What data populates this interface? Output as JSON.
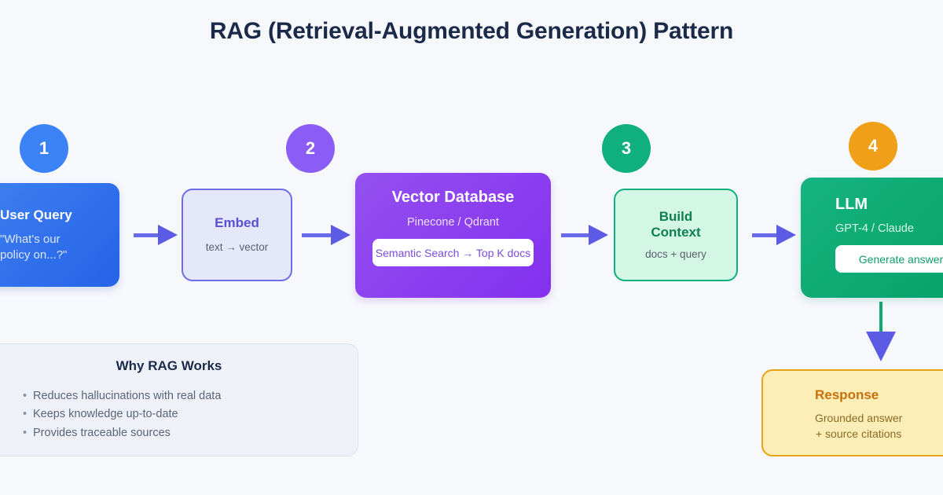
{
  "page": {
    "title": "RAG (Retrieval-Augmented Generation) Pattern",
    "background_color": "#f7f8fc"
  },
  "steps": [
    {
      "number": "1",
      "color": "#3b82f6"
    },
    {
      "number": "2",
      "color": "#8b5cf6"
    },
    {
      "number": "3",
      "color": "#10b07c"
    },
    {
      "number": "4",
      "color": "#f0a018"
    }
  ],
  "nodes": [
    {
      "id": "user-query",
      "title": "User Query",
      "subtitle": "\"What's our\npolicy on...?\"",
      "subtitle_line1": "\"What's our",
      "subtitle_line2": "policy on...?\"",
      "color": "#2563e8"
    },
    {
      "id": "embed",
      "title": "Embed",
      "subtitle": "text → vector",
      "color": "#6f6ce8"
    },
    {
      "id": "vector-database",
      "title": "Vector Database",
      "subtitle": "Pinecone / Qdrant",
      "pill": "Semantic Search → Top K docs",
      "color": "#8430ef"
    },
    {
      "id": "build-context",
      "title_line1": "Build",
      "title_line2": "Context",
      "subtitle": "docs + query",
      "color": "#10b07c"
    },
    {
      "id": "llm",
      "title": "LLM",
      "subtitle": "GPT-4 / Claude",
      "pill": "Generate answer",
      "color": "#05a169"
    },
    {
      "id": "response",
      "title": "Response",
      "subtitle_line1": "Grounded answer",
      "subtitle_line2": "+ source citations",
      "color": "#e8a317"
    }
  ],
  "arrows": {
    "horizontal_color": "#5b5be6",
    "vertical_shaft_color": "#10a86f",
    "vertical_head_color": "#5b5be6"
  },
  "why_panel": {
    "title": "Why RAG Works",
    "bullets": [
      "Reduces hallucinations with real data",
      "Keeps knowledge up-to-date",
      "Provides traceable sources"
    ]
  }
}
